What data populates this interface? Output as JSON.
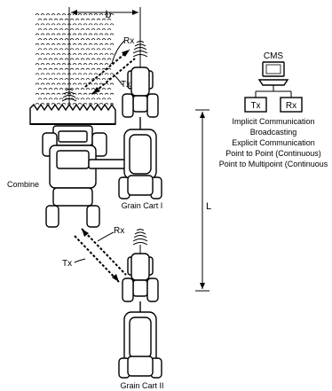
{
  "labels": {
    "dimension_b": "b",
    "dimension_l": "L",
    "rx_top": "Rx",
    "tx_top": "Tx",
    "rx_bottom": "Rx",
    "tx_bottom": "Tx",
    "combine": "Combine",
    "grain_cart_1": "Grain Cart I",
    "grain_cart_2": "Grain Cart II"
  },
  "cms_block": {
    "title": "CMS",
    "tx": "Tx",
    "rx": "Rx"
  },
  "communication_modes": [
    "Implicit Communication",
    "Broadcasting",
    "Explicit Communication",
    "Point to Point (Continuous)",
    "Point to Multipoint (Continuous"
  ],
  "colors": {
    "ink": "#000000",
    "background": "#ffffff"
  }
}
